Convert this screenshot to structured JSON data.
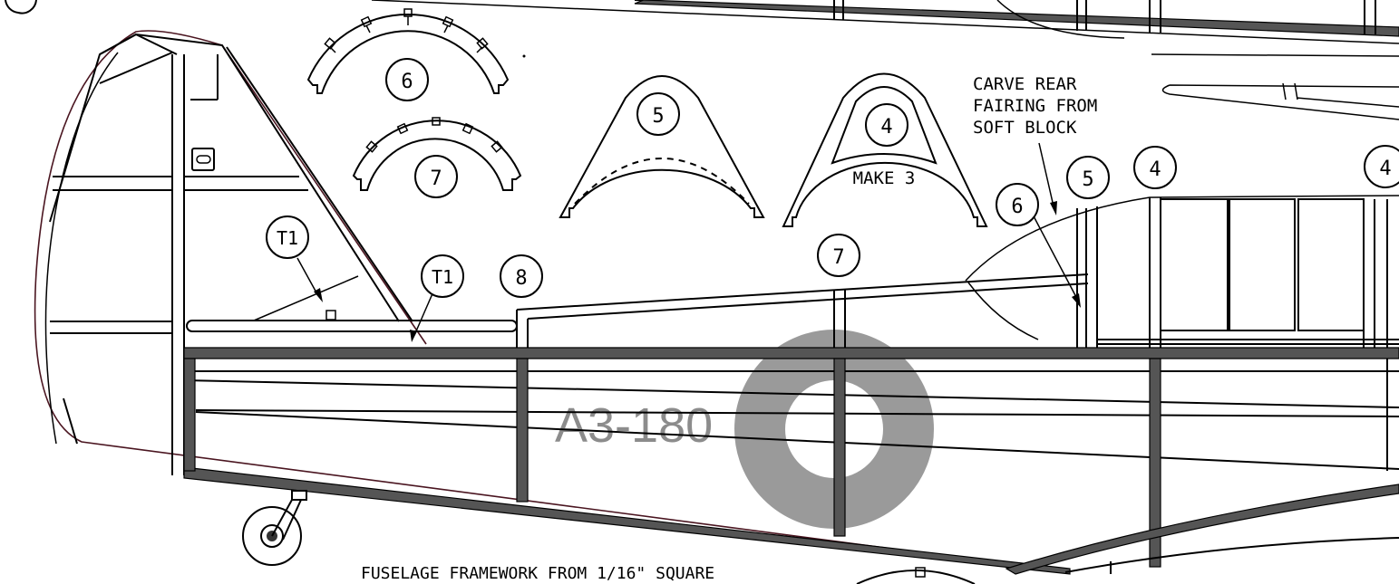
{
  "sheet": {
    "registration": "A3-180",
    "notes": {
      "carve_rear_fairing": [
        "CARVE REAR",
        "FAIRING FROM",
        "SOFT BLOCK"
      ],
      "make_3": "MAKE 3",
      "framework": "FUSELAGE FRAMEWORK FROM 1/16\" SQUARE"
    },
    "callouts": {
      "former_6_top": "6",
      "former_7_top": "7",
      "former_5_top": "5",
      "former_4_top": "4",
      "t1_left": "T1",
      "t1_right": "T1",
      "former_8": "8",
      "former_7_mid": "7",
      "former_6_right": "6",
      "former_5_right": "5",
      "former_4_right": "4",
      "former_4_edge": "4"
    },
    "colors": {
      "line": "#000000",
      "outline": "#4a1520",
      "spar_fill": "#555555",
      "roundel": "#9a9a9a",
      "registration_text": "#8c8c8c"
    }
  }
}
